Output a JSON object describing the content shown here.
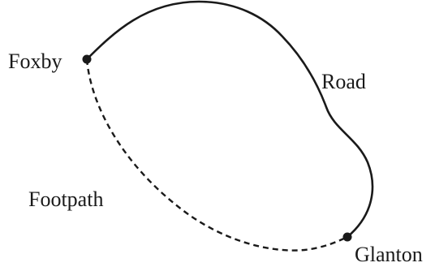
{
  "diagram": {
    "places": {
      "start": "Foxby",
      "end": "Glanton"
    },
    "routes": {
      "road": {
        "label": "Road",
        "line_style": "solid"
      },
      "footpath": {
        "label": "Footpath",
        "line_style": "dashed"
      }
    },
    "colors": {
      "ink": "#1a1a1a",
      "background": "#ffffff"
    }
  }
}
